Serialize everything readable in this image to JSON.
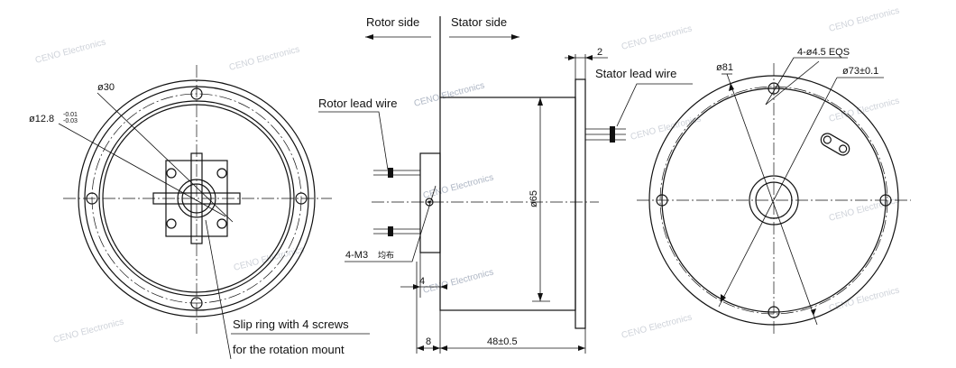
{
  "labels": {
    "rotor_side": "Rotor side",
    "stator_side": "Stator side",
    "rotor_lead_wire": "Rotor lead wire",
    "stator_lead_wire": "Stator lead wire",
    "slip_ring_line1": "Slip ring with 4 screws",
    "slip_ring_line2": "for the rotation mount",
    "m3": "4-M3",
    "m3_suffix": "均布"
  },
  "dims": {
    "d30": "ø30",
    "d12_8": "ø12.8",
    "tol_upper": "-0.01",
    "tol_lower": "-0.03",
    "d65": "ø65",
    "flange": "2",
    "step": "4",
    "shaft": "8",
    "length": "48±0.5",
    "d81": "ø81",
    "holes": "4-ø4.5 EQS",
    "d73": "ø73±0.1"
  },
  "watermark": "CENO Electronics"
}
